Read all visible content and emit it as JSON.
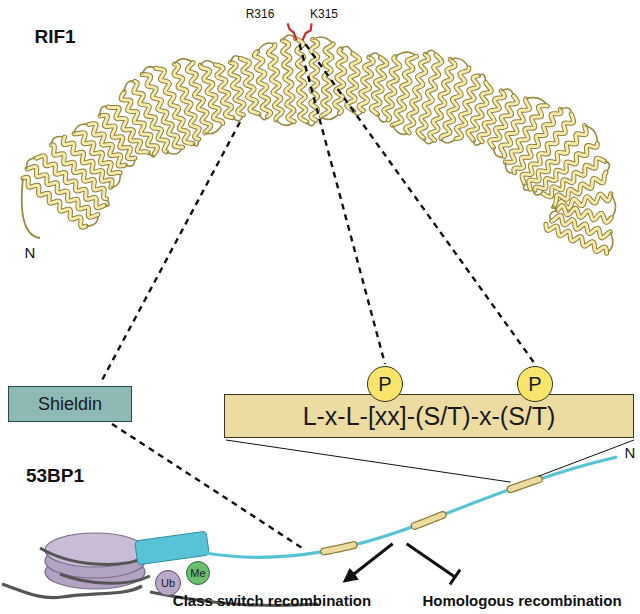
{
  "diagram": {
    "nodes": [
      {
        "text": [
          "P"
        ]
      },
      {
        "text": [
          "P"
        ]
      },
      {
        "text": [
          "Shieldin"
        ]
      },
      {
        "text": [
          "L-x-L-[xx]-(S/T)-x-(S/T)"
        ]
      },
      {
        "text": [
          "Ub"
        ]
      },
      {
        "text": [
          "Me"
        ]
      }
    ],
    "labels": [
      "RIF1",
      "R316",
      "K315",
      "N",
      "53BP1",
      "N",
      "Class switch recombination",
      "Homologous recombination"
    ]
  }
}
